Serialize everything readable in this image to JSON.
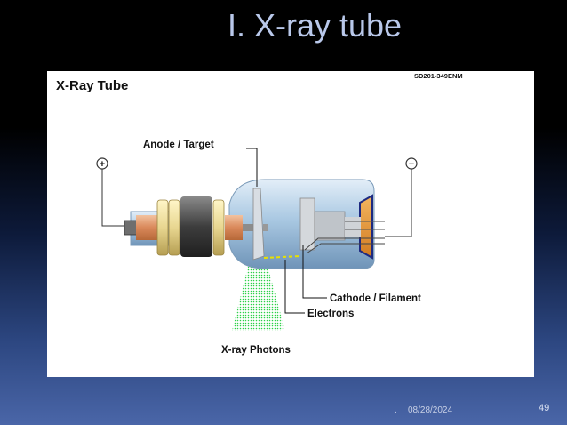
{
  "slide": {
    "title": "I. X-ray tube",
    "footer_dot": ".",
    "footer_date": "08/28/2024",
    "page_number": "49"
  },
  "diagram": {
    "heading": "X-Ray Tube",
    "code": "SD201-349ENM",
    "labels": {
      "anode": "Anode / Target",
      "cathode": "Cathode / Filament",
      "electrons": "Electrons",
      "photons": "X-ray Photons"
    },
    "terminals": {
      "positive": "+",
      "negative": "−"
    },
    "colors": {
      "glass": "#a9c8e2",
      "copper": "#d9885a",
      "rotor": "#555555",
      "beam": "#e8e100",
      "photons": "#2fd14a"
    }
  }
}
